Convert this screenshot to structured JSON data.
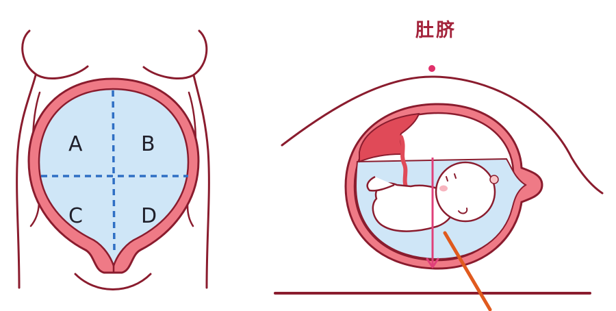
{
  "colors": {
    "outline": "#8a1c2e",
    "uterus_wall": "#ef7a86",
    "amniotic_fluid": "#cfe6f7",
    "quadrant_lines": "#2f6fc4",
    "placenta": "#e04a58",
    "navel_dot": "#e0306a",
    "measure_arrow": "#e0407a",
    "pointer_line": "#e05a1e",
    "label_text": "#1f1f2a",
    "title_text": "#a3233b"
  },
  "left_diagram": {
    "description": "Front view of pregnant abdomen with uterus divided into four quadrants",
    "quadrants": [
      {
        "id": "A",
        "label": "A"
      },
      {
        "id": "B",
        "label": "B"
      },
      {
        "id": "C",
        "label": "C"
      },
      {
        "id": "D",
        "label": "D"
      }
    ]
  },
  "right_diagram": {
    "description": "Side view of abdomen showing fetus inside uterus with vertical measurement arrow",
    "title": "肚脐"
  }
}
